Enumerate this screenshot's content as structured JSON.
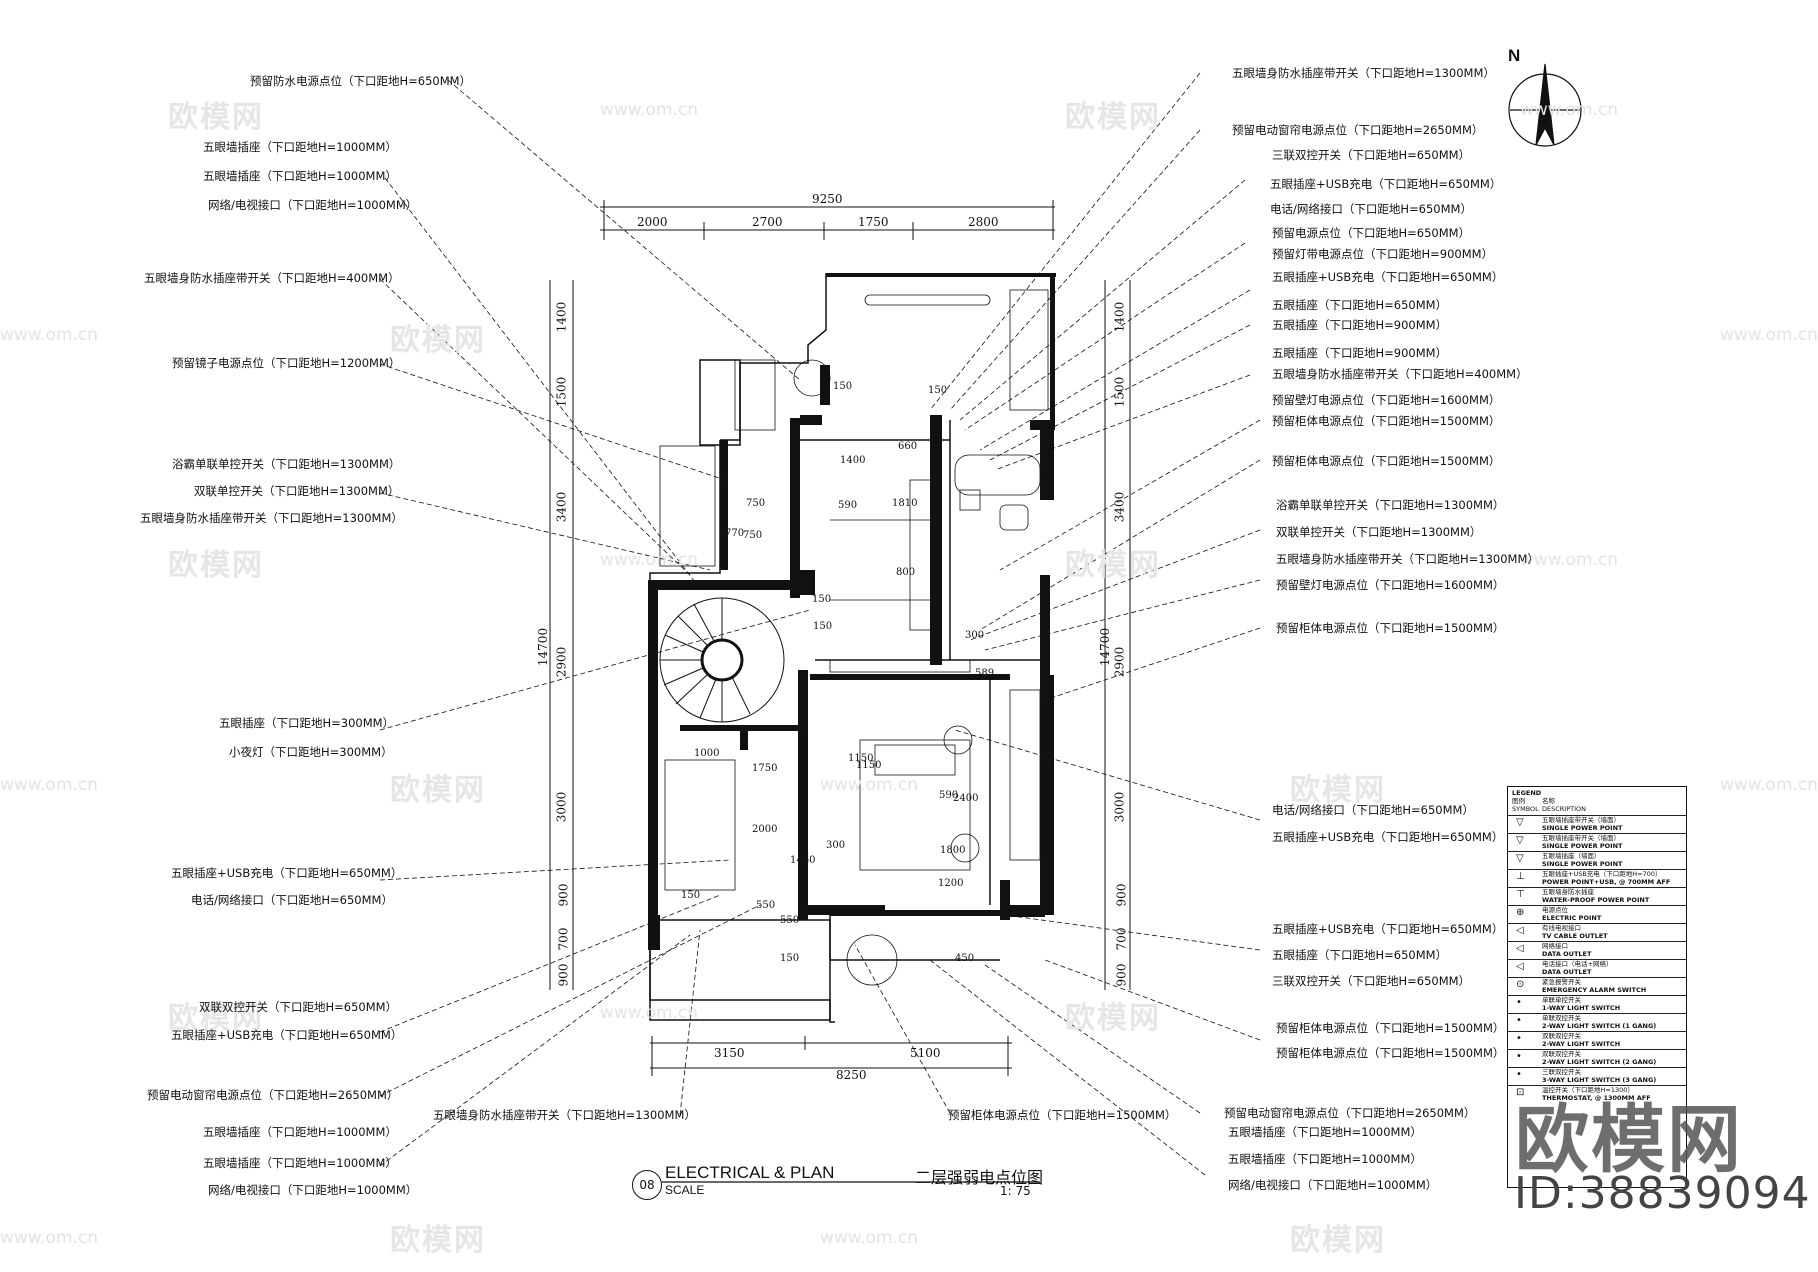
{
  "title": {
    "num": "08",
    "en": "ELECTRICAL & PLAN",
    "scale_label": "SCALE",
    "cn": "二层强弱电点位图",
    "ratio": "1: 75"
  },
  "north": "N",
  "watermark": {
    "logo_text": "欧模网",
    "url_text": "www.om.cn",
    "id_text": "ID:38839094"
  },
  "dimensions": {
    "top_total": "9250",
    "top_parts": [
      "2000",
      "2700",
      "1750",
      "2800"
    ],
    "bottom_total": "8250",
    "bottom_parts": [
      "3150",
      "5100"
    ],
    "left_total": "14700",
    "left_parts": [
      "1400",
      "1500",
      "3400",
      "2900",
      "3000",
      "900",
      "700",
      "900"
    ],
    "right_total": "14700",
    "right_parts": [
      "1400",
      "1500",
      "3400",
      "2900",
      "3000",
      "900",
      "700",
      "900"
    ],
    "interior": [
      "150",
      "150",
      "660",
      "1400",
      "750",
      "590",
      "1810",
      "750",
      "800",
      "150",
      "770",
      "150",
      "300",
      "589",
      "1000",
      "1750",
      "1150",
      "300",
      "2000",
      "590",
      "2400",
      "1800",
      "1460",
      "1150",
      "550",
      "1200",
      "150",
      "550",
      "450",
      "150"
    ]
  },
  "labels_left": [
    "预留防水电源点位（下口距地H=650MM）",
    "五眼墙插座（下口距地H=1000MM）",
    "五眼墙插座（下口距地H=1000MM）",
    "网络/电视接口（下口距地H=1000MM）",
    "五眼墙身防水插座带开关（下口距地H=400MM）",
    "预留镜子电源点位（下口距地H=1200MM）",
    "浴霸单联单控开关（下口距地H=1300MM）",
    "双联单控开关（下口距地H=1300MM）",
    "五眼墙身防水插座带开关（下口距地H=1300MM）",
    "五眼插座（下口距地H=300MM）",
    "小夜灯（下口距地H=300MM）",
    "五眼插座+USB充电（下口距地H=650MM）",
    "电话/网络接口（下口距地H=650MM）",
    "双联双控开关（下口距地H=650MM）",
    "五眼插座+USB充电（下口距地H=650MM）",
    "预留电动窗帘电源点位（下口距地H=2650MM）",
    "五眼墙插座（下口距地H=1000MM）",
    "五眼墙插座（下口距地H=1000MM）",
    "网络/电视接口（下口距地H=1000MM）"
  ],
  "labels_right": [
    "五眼墙身防水插座带开关（下口距地H=1300MM）",
    "预留电动窗帘电源点位（下口距地H=2650MM）",
    "三联双控开关（下口距地H=650MM）",
    "五眼插座+USB充电（下口距地H=650MM）",
    "电话/网络接口（下口距地H=650MM）",
    "预留电源点位（下口距地H=650MM）",
    "预留灯带电源点位（下口距地H=900MM）",
    "五眼插座+USB充电（下口距地H=650MM）",
    "五眼插座（下口距地H=650MM）",
    "五眼插座（下口距地H=900MM）",
    "五眼插座（下口距地H=900MM）",
    "五眼墙身防水插座带开关（下口距地H=400MM）",
    "预留壁灯电源点位（下口距地H=1600MM）",
    "预留柜体电源点位（下口距地H=1500MM）",
    "预留柜体电源点位（下口距地H=1500MM）",
    "浴霸单联单控开关（下口距地H=1300MM）",
    "双联单控开关（下口距地H=1300MM）",
    "五眼墙身防水插座带开关（下口距地H=1300MM）",
    "预留壁灯电源点位（下口距地H=1600MM）",
    "预留柜体电源点位（下口距地H=1500MM）",
    "电话/网络接口（下口距地H=650MM）",
    "五眼插座+USB充电（下口距地H=650MM）",
    "五眼插座+USB充电（下口距地H=650MM）",
    "五眼插座（下口距地H=650MM）",
    "三联双控开关（下口距地H=650MM）",
    "预留柜体电源点位（下口距地H=1500MM）",
    "预留柜体电源点位（下口距地H=1500MM）",
    "预留电动窗帘电源点位（下口距地H=2650MM）",
    "五眼墙插座（下口距地H=1000MM）",
    "五眼墙插座（下口距地H=1000MM）",
    "网络/电视接口（下口距地H=1000MM）"
  ],
  "labels_bottom": [
    "五眼墙身防水插座带开关（下口距地H=1300MM）",
    "预留柜体电源点位（下口距地H=1500MM）"
  ],
  "legend": {
    "header": [
      "LEGEND",
      "图例",
      "名称"
    ],
    "header2": [
      "SYMBOL",
      "DESCRIPTION"
    ],
    "rows": [
      {
        "sym": "▽",
        "cn": "五眼墙插座带开关（墙面）",
        "en": "SINGLE POWER POINT"
      },
      {
        "sym": "▽",
        "cn": "五眼墙插座带开关（墙面）",
        "en": "SINGLE POWER POINT"
      },
      {
        "sym": "▽",
        "cn": "五眼墙插座（墙面）",
        "en": "SINGLE POWER POINT"
      },
      {
        "sym": "⊥",
        "cn": "五眼插座+USB充电（下口距地H=700）",
        "en": "POWER POINT+USB, @ 700MM AFF"
      },
      {
        "sym": "⊤",
        "cn": "五眼墙身防水插座",
        "en": "WATER-PROOF POWER POINT"
      },
      {
        "sym": "⊕",
        "cn": "电源点位",
        "en": "ELECTRIC POINT"
      },
      {
        "sym": "◁",
        "cn": "有线电视接口",
        "en": "TV CABLE OUTLET"
      },
      {
        "sym": "◁",
        "cn": "网络接口",
        "en": "DATA OUTLET"
      },
      {
        "sym": "◁",
        "cn": "电话接口（电话+网络）",
        "en": "DATA OUTLET"
      },
      {
        "sym": "⊙",
        "cn": "紧急报警开关",
        "en": "EMERGENCY ALARM SWITCH"
      },
      {
        "sym": "•",
        "cn": "单联单控开关",
        "en": "1-WAY LIGHT SWITCH"
      },
      {
        "sym": "•",
        "cn": "单联双控开关",
        "en": "2-WAY LIGHT SWITCH (1 GANG)"
      },
      {
        "sym": "•",
        "cn": "双联双控开关",
        "en": "2-WAY LIGHT SWITCH"
      },
      {
        "sym": "•",
        "cn": "双联双控开关",
        "en": "2-WAY LIGHT SWITCH (2 GANG)"
      },
      {
        "sym": "•",
        "cn": "三联双控开关",
        "en": "3-WAY LIGHT SWITCH (3 GANG)"
      },
      {
        "sym": "⊡",
        "cn": "温控开关（下口距地H=1300）",
        "en": "THERMOSTAT, @ 1300MM AFF"
      }
    ]
  }
}
